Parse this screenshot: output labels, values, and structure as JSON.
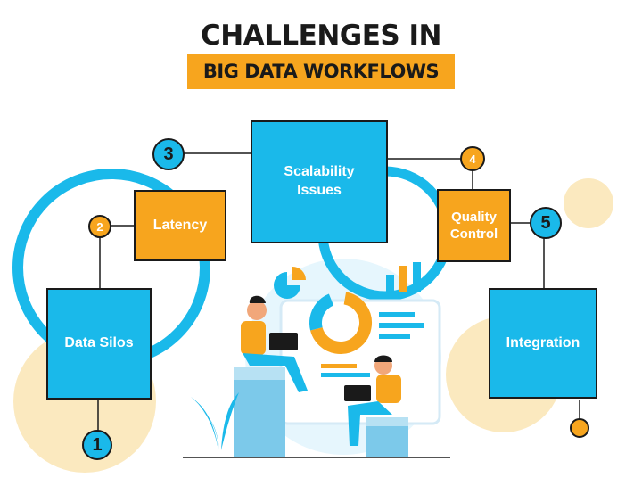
{
  "header": {
    "title": "CHALLENGES IN",
    "subtitle": "BIG DATA WORKFLOWS"
  },
  "nodes": [
    {
      "number": "1",
      "label": "Data Silos"
    },
    {
      "number": "2",
      "label": "Latency"
    },
    {
      "number": "3",
      "label": "Scalability\nIssues"
    },
    {
      "number": "4",
      "label": "Quality\nControl"
    },
    {
      "number": "5",
      "label": "Integration"
    }
  ],
  "colors": {
    "accent_blue": "#1ab9ea",
    "accent_orange": "#f7a51e",
    "ink": "#1a1a1a",
    "pale_yellow": "#fbe9bf",
    "pale_blue": "#e6f6fd"
  }
}
